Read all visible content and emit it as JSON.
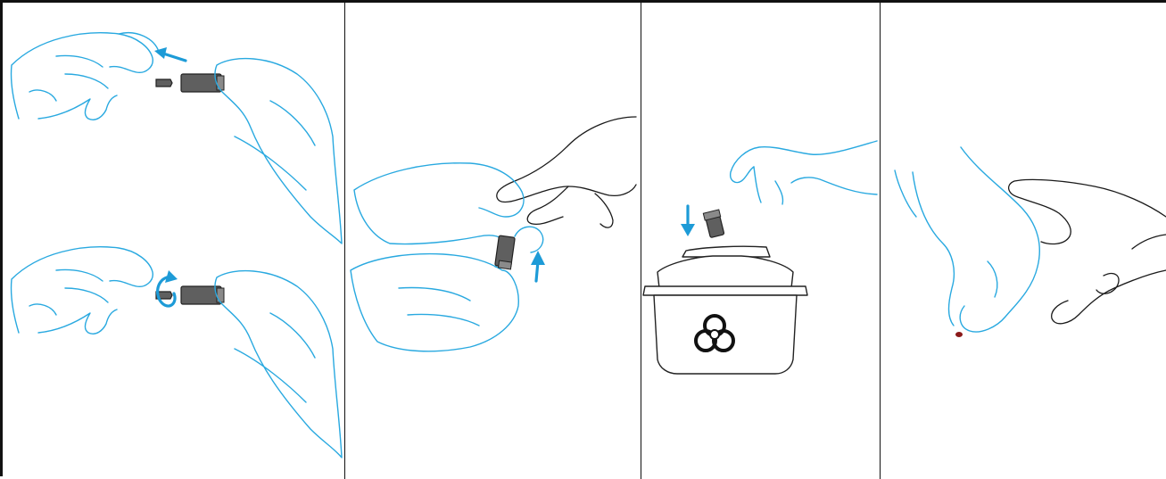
{
  "figure": {
    "panels": [
      {
        "id": "panel-1",
        "steps": [
          "pull-off-protective-cap",
          "twist-off-protective-cap"
        ]
      },
      {
        "id": "panel-2",
        "steps": [
          "press-lancet-against-fingertip"
        ]
      },
      {
        "id": "panel-3",
        "steps": [
          "dispose-lancet-in-sharps-container"
        ]
      },
      {
        "id": "panel-4",
        "steps": [
          "blood-drop-on-fingertip"
        ]
      }
    ],
    "colors": {
      "glove_outline": "#29a9e0",
      "arrow": "#1d9bd7",
      "device": "#5f5f5f",
      "skin_outline": "#1a1a1a",
      "blood": "#8b1a1a"
    },
    "icons": [
      "arrow-left-icon",
      "rotate-arrow-icon",
      "arrow-up-icon",
      "arrow-down-icon",
      "biohazard-icon"
    ]
  }
}
